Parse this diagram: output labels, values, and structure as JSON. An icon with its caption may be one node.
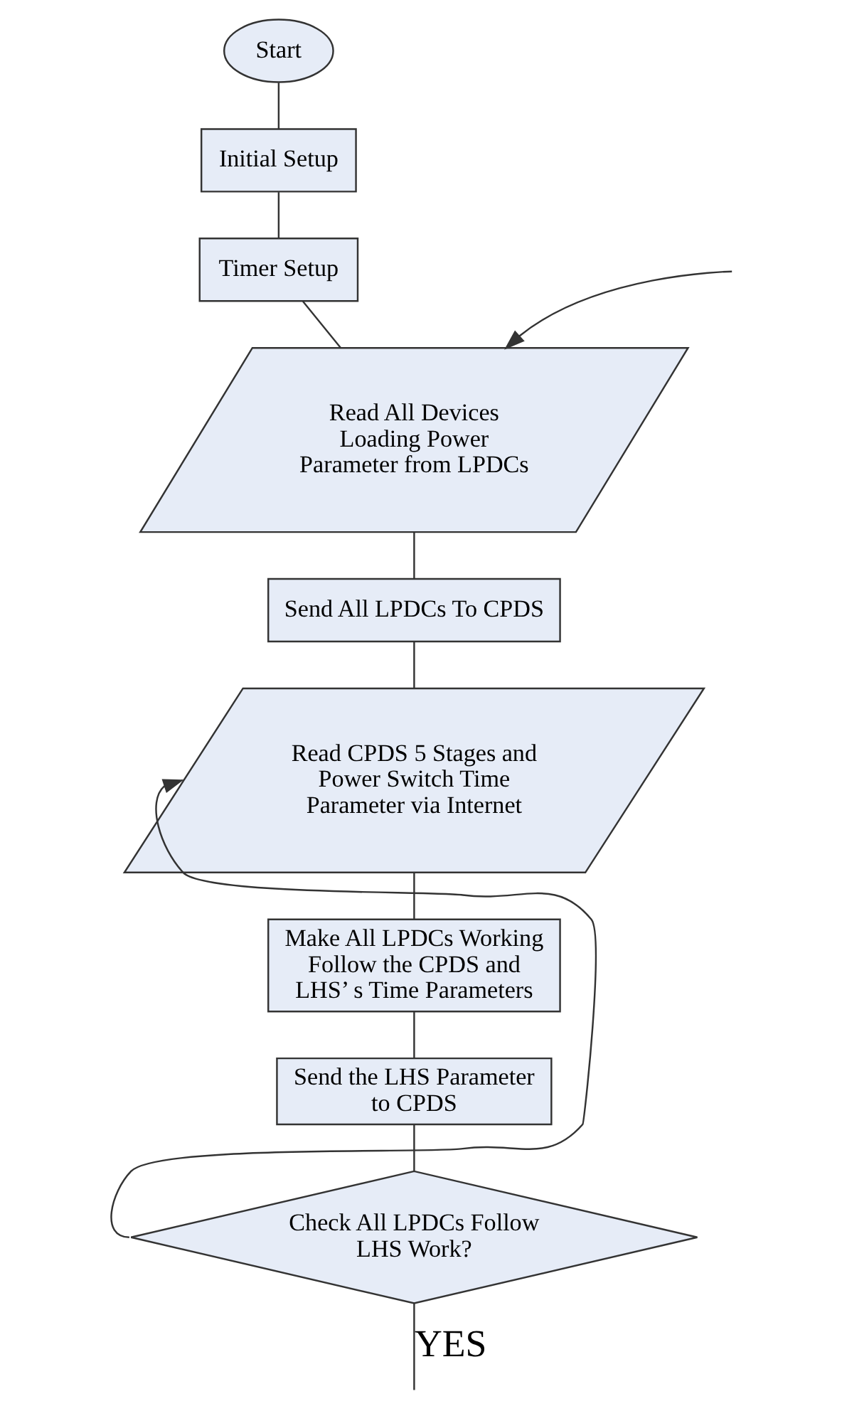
{
  "diagram": {
    "nodes": [
      {
        "text": [
          "Start"
        ]
      },
      {
        "text": [
          "Initial Setup"
        ]
      },
      {
        "text": [
          "Timer Setup"
        ]
      },
      {
        "text": [
          "Read All Devices Loading Power Parameter from LPDCs"
        ]
      },
      {
        "text": [
          "Send All LPDCs To CPDS"
        ]
      },
      {
        "text": [
          "Read CPDS 5 Stages and Power Switch Time Parameter via Internet"
        ]
      },
      {
        "text": [
          "Make All LPDCs Working Follow the CPDS and LHS’ s Time Parameters"
        ]
      },
      {
        "text": [
          "Send the LHS Parameter to CPDS"
        ]
      },
      {
        "text": [
          "Check All LPDCs Follow LHS Work?"
        ]
      }
    ],
    "edges": [
      {
        "from": 0,
        "to": 1,
        "arrow": "none"
      },
      {
        "from": 1,
        "to": 2,
        "arrow": "none"
      },
      {
        "from": 2,
        "to": 3,
        "arrow": "none"
      },
      {
        "from": null,
        "to": 3,
        "arrow": "to"
      },
      {
        "from": 3,
        "to": 4,
        "arrow": "none"
      },
      {
        "from": 4,
        "to": 5,
        "arrow": "none"
      },
      {
        "from": 5,
        "to": 6,
        "arrow": "none"
      },
      {
        "from": 6,
        "to": 7,
        "arrow": "none"
      },
      {
        "from": 7,
        "to": 8,
        "arrow": "none"
      },
      {
        "from": 8,
        "to": 5,
        "arrow": "to"
      },
      {
        "from": 8,
        "to": null,
        "label": "YES",
        "arrow": "none"
      }
    ]
  }
}
